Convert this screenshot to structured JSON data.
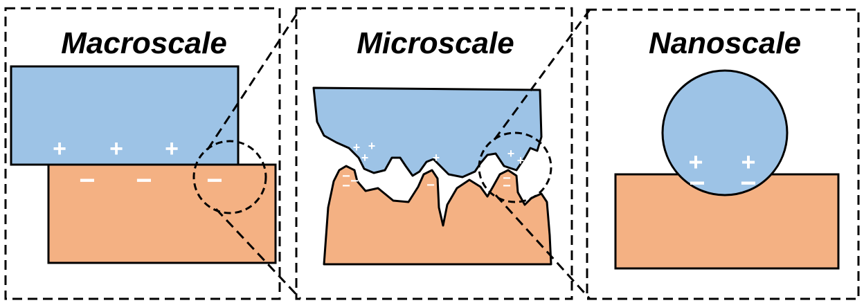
{
  "panels": [
    {
      "id": "macro",
      "title": "Macroscale"
    },
    {
      "id": "micro",
      "title": "Microscale"
    },
    {
      "id": "nano",
      "title": "Nanoscale"
    }
  ],
  "charges": {
    "plus": "+",
    "minus": "−"
  },
  "colors": {
    "upper_material": "#9dc3e6",
    "lower_material": "#f4b183",
    "outline": "#000000",
    "charge_text": "#ffffff",
    "background": "#ffffff"
  }
}
